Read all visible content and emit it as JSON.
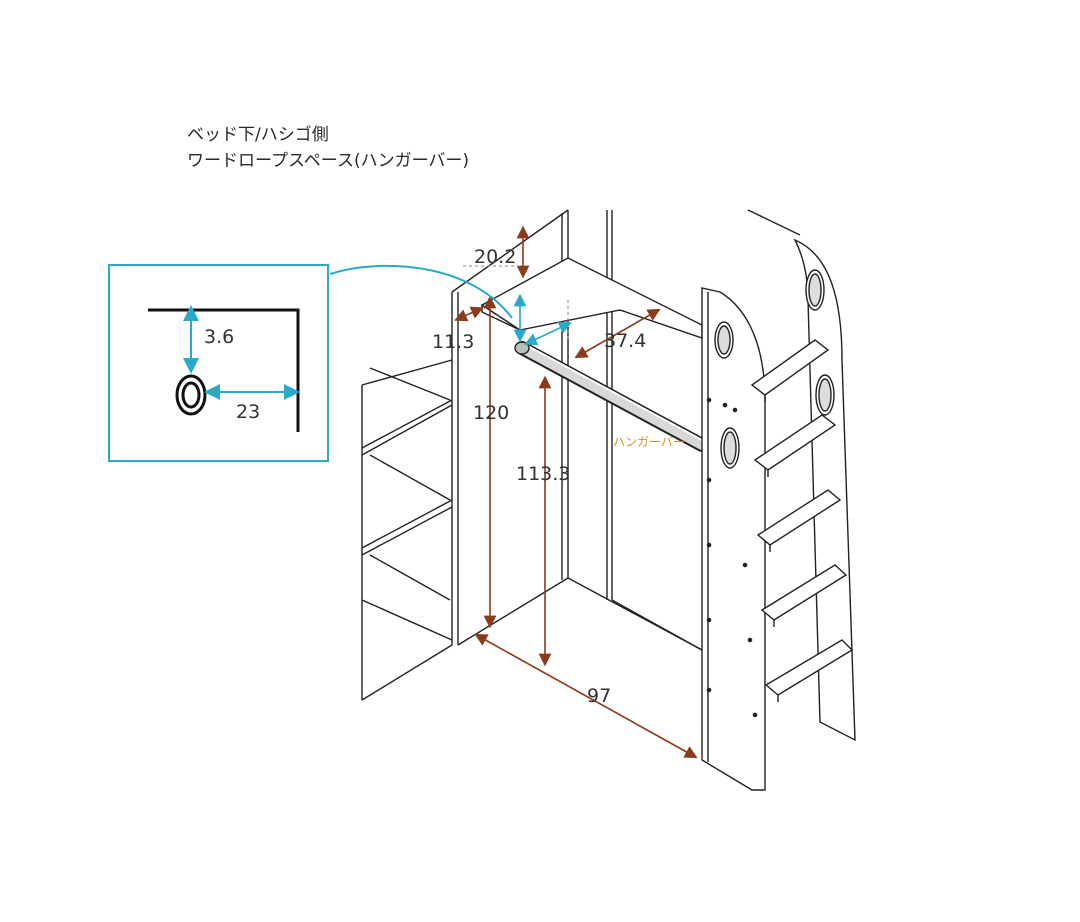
{
  "title": {
    "line1": "ベッド下/ハシゴ側",
    "line2": "ワードロープスペース(ハンガーバー)"
  },
  "colors": {
    "line": "#222222",
    "dimension": "#8b3a1a",
    "detail": "#2aa9c9",
    "label_accent": "#e0902a"
  },
  "dimensions": {
    "top_gap": "20.2",
    "bar_offset": "11.3",
    "bar_depth": "37.4",
    "height_total": "120",
    "height_bar": "113.3",
    "width": "97"
  },
  "detail": {
    "vertical": "3.6",
    "horizontal": "23"
  },
  "labels": {
    "hanger_bar": "ハンガーバー"
  }
}
